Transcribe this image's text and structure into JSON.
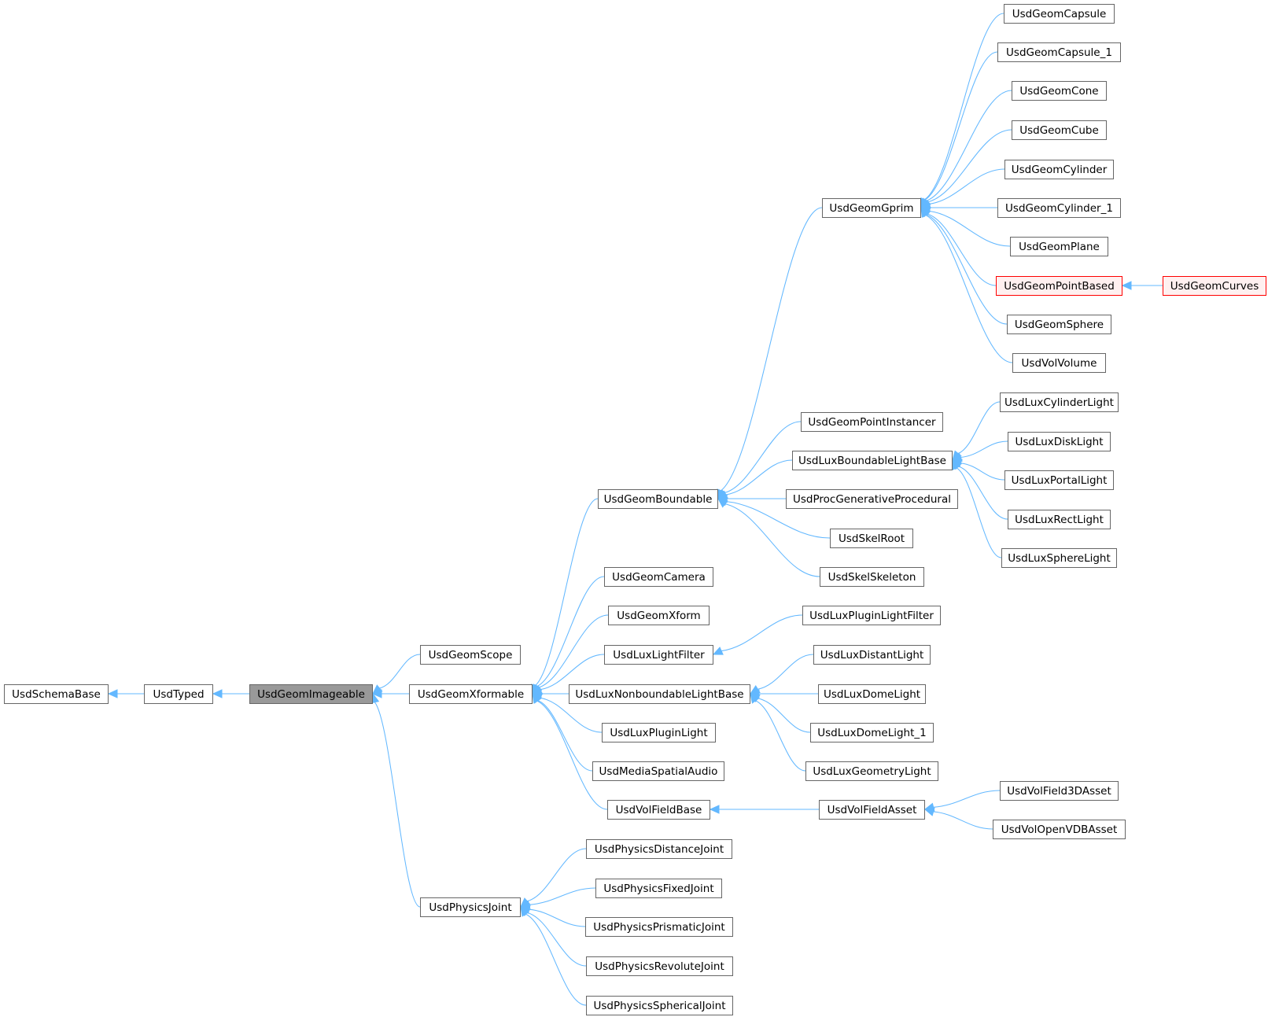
{
  "diagram": {
    "type": "inheritance-graph",
    "colors": {
      "edge": "#63b8ff",
      "node_border": "#666666",
      "current_fill": "#999999",
      "warn_border": "#ff0000",
      "warn_fill": "#fff0f0"
    },
    "nodes": [
      {
        "id": "UsdSchemaBase",
        "label": "UsdSchemaBase"
      },
      {
        "id": "UsdTyped",
        "label": "UsdTyped"
      },
      {
        "id": "UsdGeomImageable",
        "label": "UsdGeomImageable",
        "current": true
      },
      {
        "id": "UsdGeomScope",
        "label": "UsdGeomScope"
      },
      {
        "id": "UsdGeomXformable",
        "label": "UsdGeomXformable"
      },
      {
        "id": "UsdPhysicsJoint",
        "label": "UsdPhysicsJoint"
      },
      {
        "id": "UsdGeomBoundable",
        "label": "UsdGeomBoundable"
      },
      {
        "id": "UsdGeomCamera",
        "label": "UsdGeomCamera"
      },
      {
        "id": "UsdGeomXform",
        "label": "UsdGeomXform"
      },
      {
        "id": "UsdLuxLightFilter",
        "label": "UsdLuxLightFilter"
      },
      {
        "id": "UsdLuxNonboundableLightBase",
        "label": "UsdLuxNonboundableLightBase"
      },
      {
        "id": "UsdLuxPluginLight",
        "label": "UsdLuxPluginLight"
      },
      {
        "id": "UsdMediaSpatialAudio",
        "label": "UsdMediaSpatialAudio"
      },
      {
        "id": "UsdVolFieldBase",
        "label": "UsdVolFieldBase"
      },
      {
        "id": "UsdPhysicsDistanceJoint",
        "label": "UsdPhysicsDistanceJoint"
      },
      {
        "id": "UsdPhysicsFixedJoint",
        "label": "UsdPhysicsFixedJoint"
      },
      {
        "id": "UsdPhysicsPrismaticJoint",
        "label": "UsdPhysicsPrismaticJoint"
      },
      {
        "id": "UsdPhysicsRevoluteJoint",
        "label": "UsdPhysicsRevoluteJoint"
      },
      {
        "id": "UsdPhysicsSphericalJoint",
        "label": "UsdPhysicsSphericalJoint"
      },
      {
        "id": "UsdGeomGprim",
        "label": "UsdGeomGprim"
      },
      {
        "id": "UsdGeomPointInstancer",
        "label": "UsdGeomPointInstancer"
      },
      {
        "id": "UsdLuxBoundableLightBase",
        "label": "UsdLuxBoundableLightBase"
      },
      {
        "id": "UsdProcGenerativeProcedural",
        "label": "UsdProcGenerativeProcedural"
      },
      {
        "id": "UsdSkelRoot",
        "label": "UsdSkelRoot"
      },
      {
        "id": "UsdSkelSkeleton",
        "label": "UsdSkelSkeleton"
      },
      {
        "id": "UsdLuxPluginLightFilter",
        "label": "UsdLuxPluginLightFilter"
      },
      {
        "id": "UsdLuxDistantLight",
        "label": "UsdLuxDistantLight"
      },
      {
        "id": "UsdLuxDomeLight",
        "label": "UsdLuxDomeLight"
      },
      {
        "id": "UsdLuxDomeLight_1",
        "label": "UsdLuxDomeLight_1"
      },
      {
        "id": "UsdLuxGeometryLight",
        "label": "UsdLuxGeometryLight"
      },
      {
        "id": "UsdVolFieldAsset",
        "label": "UsdVolFieldAsset"
      },
      {
        "id": "UsdGeomCapsule",
        "label": "UsdGeomCapsule"
      },
      {
        "id": "UsdGeomCapsule_1",
        "label": "UsdGeomCapsule_1"
      },
      {
        "id": "UsdGeomCone",
        "label": "UsdGeomCone"
      },
      {
        "id": "UsdGeomCube",
        "label": "UsdGeomCube"
      },
      {
        "id": "UsdGeomCylinder",
        "label": "UsdGeomCylinder"
      },
      {
        "id": "UsdGeomCylinder_1",
        "label": "UsdGeomCylinder_1"
      },
      {
        "id": "UsdGeomPlane",
        "label": "UsdGeomPlane"
      },
      {
        "id": "UsdGeomPointBased",
        "label": "UsdGeomPointBased",
        "warn": true
      },
      {
        "id": "UsdGeomSphere",
        "label": "UsdGeomSphere"
      },
      {
        "id": "UsdVolVolume",
        "label": "UsdVolVolume"
      },
      {
        "id": "UsdLuxCylinderLight",
        "label": "UsdLuxCylinderLight"
      },
      {
        "id": "UsdLuxDiskLight",
        "label": "UsdLuxDiskLight"
      },
      {
        "id": "UsdLuxPortalLight",
        "label": "UsdLuxPortalLight"
      },
      {
        "id": "UsdLuxRectLight",
        "label": "UsdLuxRectLight"
      },
      {
        "id": "UsdLuxSphereLight",
        "label": "UsdLuxSphereLight"
      },
      {
        "id": "UsdVolField3DAsset",
        "label": "UsdVolField3DAsset"
      },
      {
        "id": "UsdVolOpenVDBAsset",
        "label": "UsdVolOpenVDBAsset"
      },
      {
        "id": "UsdGeomCurves",
        "label": "UsdGeomCurves",
        "warn": true
      }
    ],
    "edges": [
      [
        "UsdSchemaBase",
        "UsdTyped"
      ],
      [
        "UsdTyped",
        "UsdGeomImageable"
      ],
      [
        "UsdGeomImageable",
        "UsdGeomScope"
      ],
      [
        "UsdGeomImageable",
        "UsdGeomXformable"
      ],
      [
        "UsdGeomImageable",
        "UsdPhysicsJoint"
      ],
      [
        "UsdGeomXformable",
        "UsdGeomBoundable"
      ],
      [
        "UsdGeomXformable",
        "UsdGeomCamera"
      ],
      [
        "UsdGeomXformable",
        "UsdGeomXform"
      ],
      [
        "UsdGeomXformable",
        "UsdLuxLightFilter"
      ],
      [
        "UsdGeomXformable",
        "UsdLuxNonboundableLightBase"
      ],
      [
        "UsdGeomXformable",
        "UsdLuxPluginLight"
      ],
      [
        "UsdGeomXformable",
        "UsdMediaSpatialAudio"
      ],
      [
        "UsdGeomXformable",
        "UsdVolFieldBase"
      ],
      [
        "UsdPhysicsJoint",
        "UsdPhysicsDistanceJoint"
      ],
      [
        "UsdPhysicsJoint",
        "UsdPhysicsFixedJoint"
      ],
      [
        "UsdPhysicsJoint",
        "UsdPhysicsPrismaticJoint"
      ],
      [
        "UsdPhysicsJoint",
        "UsdPhysicsRevoluteJoint"
      ],
      [
        "UsdPhysicsJoint",
        "UsdPhysicsSphericalJoint"
      ],
      [
        "UsdGeomBoundable",
        "UsdGeomGprim"
      ],
      [
        "UsdGeomBoundable",
        "UsdGeomPointInstancer"
      ],
      [
        "UsdGeomBoundable",
        "UsdLuxBoundableLightBase"
      ],
      [
        "UsdGeomBoundable",
        "UsdProcGenerativeProcedural"
      ],
      [
        "UsdGeomBoundable",
        "UsdSkelRoot"
      ],
      [
        "UsdGeomBoundable",
        "UsdSkelSkeleton"
      ],
      [
        "UsdLuxLightFilter",
        "UsdLuxPluginLightFilter"
      ],
      [
        "UsdLuxNonboundableLightBase",
        "UsdLuxDistantLight"
      ],
      [
        "UsdLuxNonboundableLightBase",
        "UsdLuxDomeLight"
      ],
      [
        "UsdLuxNonboundableLightBase",
        "UsdLuxDomeLight_1"
      ],
      [
        "UsdLuxNonboundableLightBase",
        "UsdLuxGeometryLight"
      ],
      [
        "UsdVolFieldBase",
        "UsdVolFieldAsset"
      ],
      [
        "UsdGeomGprim",
        "UsdGeomCapsule"
      ],
      [
        "UsdGeomGprim",
        "UsdGeomCapsule_1"
      ],
      [
        "UsdGeomGprim",
        "UsdGeomCone"
      ],
      [
        "UsdGeomGprim",
        "UsdGeomCube"
      ],
      [
        "UsdGeomGprim",
        "UsdGeomCylinder"
      ],
      [
        "UsdGeomGprim",
        "UsdGeomCylinder_1"
      ],
      [
        "UsdGeomGprim",
        "UsdGeomPlane"
      ],
      [
        "UsdGeomGprim",
        "UsdGeomPointBased"
      ],
      [
        "UsdGeomGprim",
        "UsdGeomSphere"
      ],
      [
        "UsdGeomGprim",
        "UsdVolVolume"
      ],
      [
        "UsdLuxBoundableLightBase",
        "UsdLuxCylinderLight"
      ],
      [
        "UsdLuxBoundableLightBase",
        "UsdLuxDiskLight"
      ],
      [
        "UsdLuxBoundableLightBase",
        "UsdLuxPortalLight"
      ],
      [
        "UsdLuxBoundableLightBase",
        "UsdLuxRectLight"
      ],
      [
        "UsdLuxBoundableLightBase",
        "UsdLuxSphereLight"
      ],
      [
        "UsdVolFieldAsset",
        "UsdVolField3DAsset"
      ],
      [
        "UsdVolFieldAsset",
        "UsdVolOpenVDBAsset"
      ],
      [
        "UsdGeomPointBased",
        "UsdGeomCurves"
      ]
    ]
  }
}
